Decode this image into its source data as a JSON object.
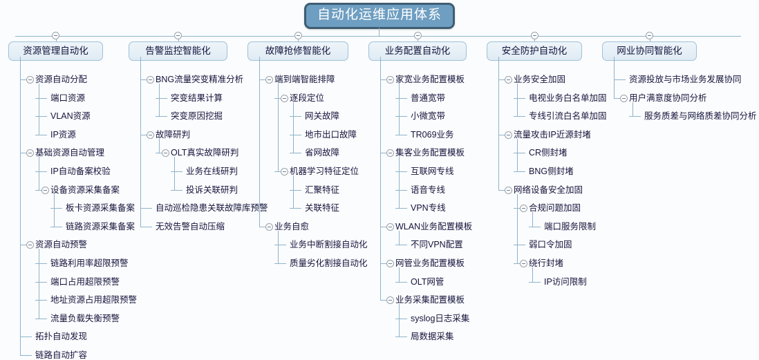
{
  "root": {
    "title": "自动化运维应用体系"
  },
  "colors": {
    "root_fill": "#6e9ec1",
    "root_border": "#3d5d72",
    "root_text": "#ffffff",
    "category_fill": "#e8f1f8",
    "category_border": "#9ec0d8",
    "line": "#8fb3cb",
    "text": "#14143c",
    "background": "#fbfcfd"
  },
  "icons": {
    "collapse": "minus-circle-icon"
  },
  "columns": [
    {
      "label": "资源管理自动化",
      "children": [
        {
          "label": "资源自动分配",
          "toggle": true,
          "children": [
            {
              "label": "端口资源"
            },
            {
              "label": "VLAN资源"
            },
            {
              "label": "IP资源"
            }
          ]
        },
        {
          "label": "基础资源自动管理",
          "toggle": true,
          "children": [
            {
              "label": "IP自动备案校验"
            },
            {
              "label": "设备资源采集备案",
              "toggle": true,
              "children": [
                {
                  "label": "板卡资源采集备案"
                },
                {
                  "label": "链路资源采集备案"
                }
              ]
            }
          ]
        },
        {
          "label": "资源自动预警",
          "toggle": true,
          "children": [
            {
              "label": "链路利用率超限预警"
            },
            {
              "label": "端口占用超限预警"
            },
            {
              "label": "地址资源占用超限预警"
            },
            {
              "label": "流量负载失衡预警"
            }
          ]
        },
        {
          "label": "拓扑自动发现"
        },
        {
          "label": "链路自动扩容"
        }
      ]
    },
    {
      "label": "告警监控智能化",
      "children": [
        {
          "label": "BNG流量突变精准分析",
          "toggle": true,
          "children": [
            {
              "label": "突变结果计算"
            },
            {
              "label": "突变原因挖掘"
            }
          ]
        },
        {
          "label": "故障研判",
          "toggle": true,
          "children": [
            {
              "label": "OLT真实故障研判",
              "toggle": true,
              "children": [
                {
                  "label": "业务在线研判"
                },
                {
                  "label": "投诉关联研判"
                }
              ]
            }
          ]
        },
        {
          "label": "自动巡检隐患关联故障库预警"
        },
        {
          "label": "无效告警自动压缩"
        }
      ]
    },
    {
      "label": "故障抢修智能化",
      "children": [
        {
          "label": "端到端智能排障",
          "toggle": true,
          "children": [
            {
              "label": "逐段定位",
              "toggle": true,
              "children": [
                {
                  "label": "网关故障"
                },
                {
                  "label": "地市出口故障"
                },
                {
                  "label": "省网故障"
                }
              ]
            },
            {
              "label": "机器学习特征定位",
              "toggle": true,
              "children": [
                {
                  "label": "汇聚特征"
                },
                {
                  "label": "关联特征"
                }
              ]
            }
          ]
        },
        {
          "label": "业务自愈",
          "toggle": true,
          "children": [
            {
              "label": "业务中断割接自动化"
            },
            {
              "label": "质量劣化割接自动化"
            }
          ]
        }
      ]
    },
    {
      "label": "业务配置自动化",
      "children": [
        {
          "label": "家宽业务配置模板",
          "toggle": true,
          "children": [
            {
              "label": "普通宽带"
            },
            {
              "label": "小微宽带"
            },
            {
              "label": "TR069业务"
            }
          ]
        },
        {
          "label": "集客业务配置模板",
          "toggle": true,
          "children": [
            {
              "label": "互联网专线"
            },
            {
              "label": "语音专线"
            },
            {
              "label": "VPN专线"
            }
          ]
        },
        {
          "label": "WLAN业务配置模板",
          "toggle": true,
          "children": [
            {
              "label": "不同VPN配置"
            }
          ]
        },
        {
          "label": "网管业务配置模板",
          "toggle": true,
          "children": [
            {
              "label": "OLT网管"
            }
          ]
        },
        {
          "label": "业务采集配置模板",
          "toggle": true,
          "children": [
            {
              "label": "syslog日志采集"
            },
            {
              "label": "局数据采集"
            }
          ]
        }
      ]
    },
    {
      "label": "安全防护自动化",
      "children": [
        {
          "label": "业务安全加固",
          "toggle": true,
          "children": [
            {
              "label": "电视业务白名单加固"
            },
            {
              "label": "专线引流白名单加固"
            }
          ]
        },
        {
          "label": "流量攻击IP近源封堵",
          "toggle": true,
          "children": [
            {
              "label": "CR侧封堵"
            },
            {
              "label": "BNG侧封堵"
            }
          ]
        },
        {
          "label": "网络设备安全加固",
          "toggle": true,
          "children": [
            {
              "label": "合规问题加固",
              "toggle": true,
              "children": [
                {
                  "label": "端口服务限制"
                }
              ]
            },
            {
              "label": "弱口令加固"
            },
            {
              "label": "绕行封堵",
              "toggle": true,
              "children": [
                {
                  "label": "IP访问限制"
                }
              ]
            }
          ]
        }
      ]
    },
    {
      "label": "网业协同智能化",
      "children": [
        {
          "label": "资源投放与市场业务发展协同"
        },
        {
          "label": "用户满意度协同分析",
          "toggle": true,
          "children": [
            {
              "label": "服务质差与网络质差协同分析"
            }
          ]
        }
      ]
    }
  ]
}
